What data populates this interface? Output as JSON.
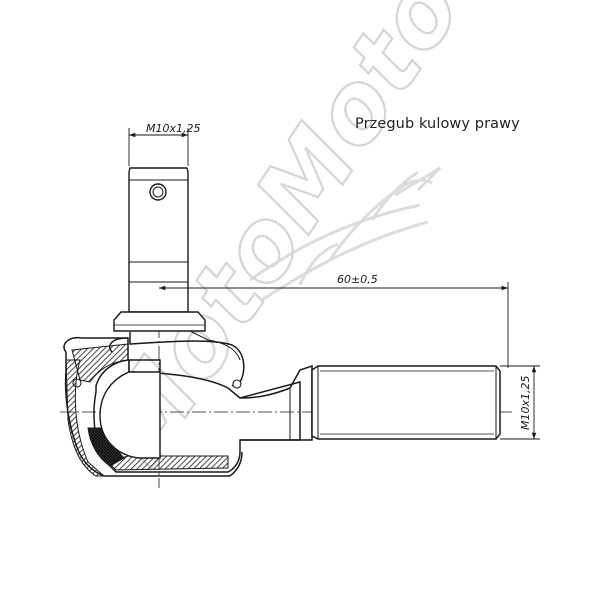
{
  "title": "Przegub kulowy prawy",
  "dimensions": {
    "top_thread": "M10x1,25",
    "length": "60±0,5",
    "side_thread": "M10x1,25"
  },
  "watermark": {
    "text": "MotoMoto"
  },
  "colors": {
    "line": "#1a1a1a",
    "hatch": "#2a2a2a",
    "watermark": "#d9d9d9",
    "background": "#ffffff"
  }
}
